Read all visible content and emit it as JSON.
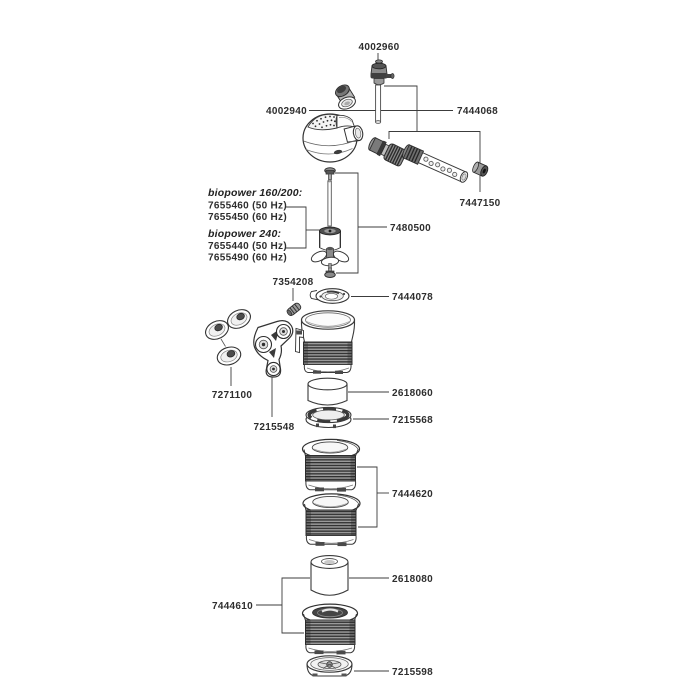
{
  "diagram": {
    "type": "exploded-parts-diagram",
    "product": "biopower internal filter spare parts"
  },
  "labels": {
    "p4002960": "4002960",
    "p4002940": "4002940",
    "p7444068": "7444068",
    "p7447150": "7447150",
    "p7480500": "7480500",
    "p7354208": "7354208",
    "p7444078": "7444078",
    "p7271100": "7271100",
    "p7215548": "7215548",
    "p2618060": "2618060",
    "p7215568": "7215568",
    "p7444620": "7444620",
    "p2618080": "2618080",
    "p7444610": "7444610",
    "p7215598": "7215598"
  },
  "variants": {
    "group1_title": "biopower 160/200:",
    "group1_rows": [
      "7655460 (50 Hz)",
      "7655450 (60 Hz)"
    ],
    "group2_title": "biopower 240:",
    "group2_rows": [
      "7655440 (50 Hz)",
      "7655490 (60 Hz)"
    ]
  },
  "colors": {
    "leader_line": "#3c3c3c",
    "text": "#2e2e2e",
    "background": "#ffffff"
  }
}
